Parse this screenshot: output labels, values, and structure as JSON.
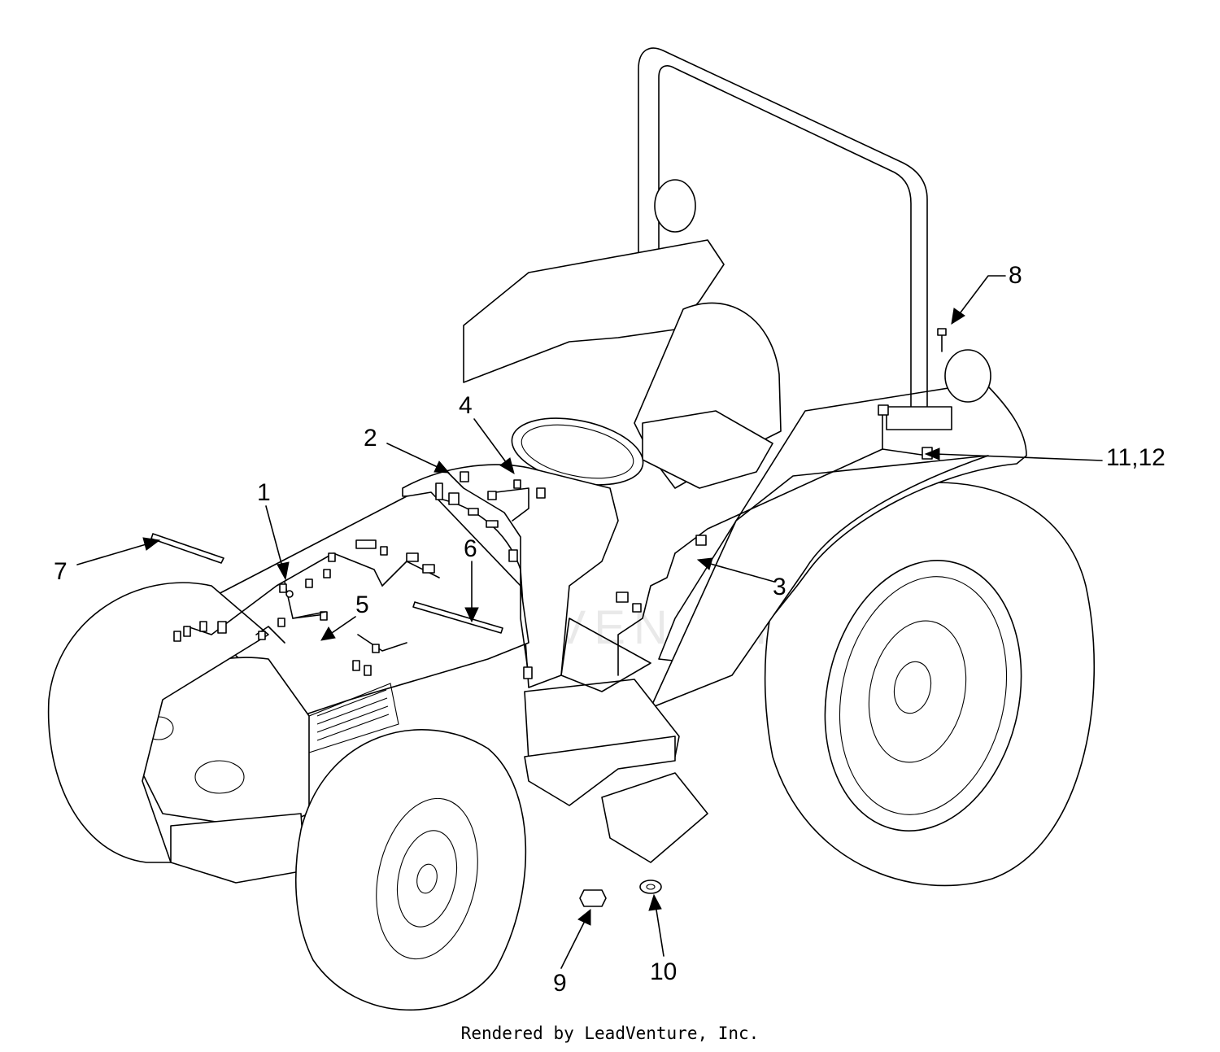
{
  "watermark": "LEADVENTURE",
  "footer": "Rendered by LeadVenture, Inc.",
  "callouts": [
    {
      "id": "1",
      "label": "1"
    },
    {
      "id": "2",
      "label": "2"
    },
    {
      "id": "3",
      "label": "3"
    },
    {
      "id": "4",
      "label": "4"
    },
    {
      "id": "5",
      "label": "5"
    },
    {
      "id": "6",
      "label": "6"
    },
    {
      "id": "7",
      "label": "7"
    },
    {
      "id": "8",
      "label": "8"
    },
    {
      "id": "9",
      "label": "9"
    },
    {
      "id": "10",
      "label": "10"
    },
    {
      "id": "11-12",
      "label": "11,12"
    }
  ]
}
